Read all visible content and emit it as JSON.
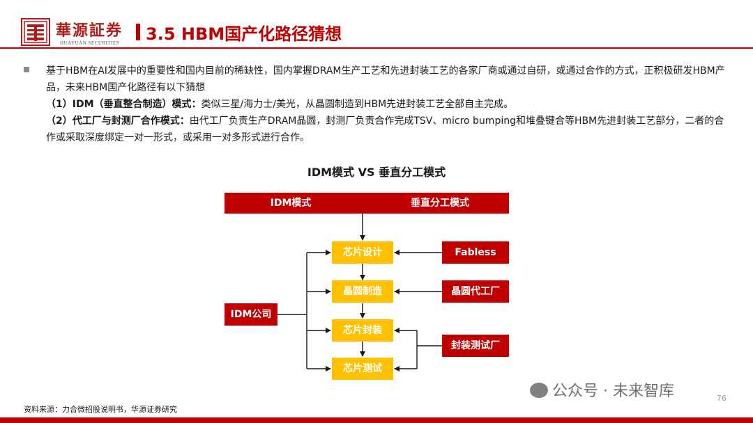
{
  "header": {
    "brand_cn": "華源証券",
    "brand_en": "HUAYUAN SECURITIES",
    "title": "3.5 HBM国产化路径猜想",
    "accent_color": "#c00000"
  },
  "body": {
    "p1": "基于HBM在AI发展中的重要性和国内目前的稀缺性，国内掌握DRAM生产工艺和先进封装工艺的各家厂商或通过自研，或通过合作的方式，正积极研发HBM产品，未来HBM国产化路径有以下猜想",
    "p2_lead": "（1）IDM（垂直整合制造）模式：",
    "p2_rest": "类似三星/海力士/美光，从晶圆制造到HBM先进封装工艺全部自主完成。",
    "p3_lead": "（2）代工厂与封测厂合作模式：",
    "p3_rest": "由代工厂负责生产DRAM晶圆，封测厂负责合作完成TSV、micro bumping和堆叠键合等HBM先进封装工艺部分，二者的合作或采取深度绑定一对一形式，或采用一对多形式进行合作。"
  },
  "diagram": {
    "title": "IDM模式 VS 垂直分工模式",
    "banner_left": "IDM模式",
    "banner_right": "垂直分工模式",
    "steps": [
      "芯片设计",
      "晶圆制造",
      "芯片封装",
      "芯片测试"
    ],
    "idm": "IDM公司",
    "partners": [
      "Fabless",
      "晶圆代工厂",
      "封装测试厂"
    ],
    "step_color": "#ffc000",
    "box_color": "#c00000"
  },
  "footer": {
    "source": "资料来源：力合微招股说明书，华源证券研究",
    "watermark": "公众号 · 未来智库",
    "page": "76"
  }
}
